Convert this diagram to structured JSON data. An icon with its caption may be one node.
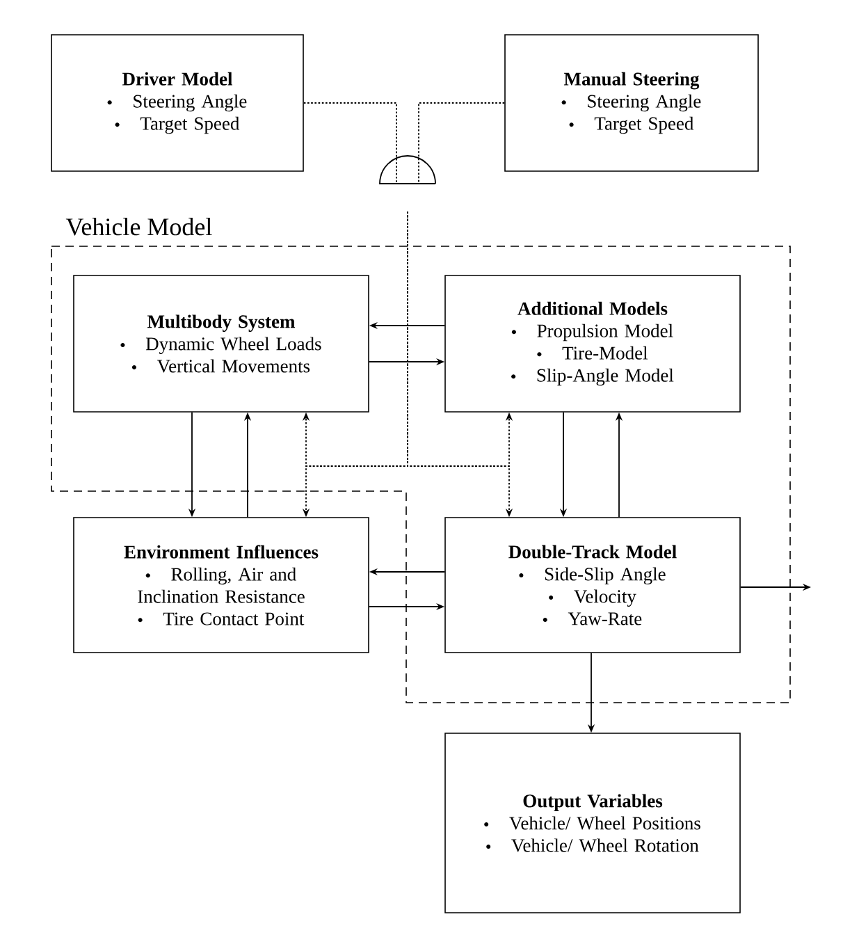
{
  "diagram": {
    "nodes": [
      {
        "text": [
          "Driver Model",
          "Steering Angle",
          "Target Speed"
        ]
      },
      {
        "text": [
          "Manual Steering",
          "Steering Angle",
          "Target Speed"
        ]
      },
      {
        "text": [],
        "shape": "semicircle"
      },
      {
        "text": [
          "Vehicle Model"
        ]
      },
      {
        "text": [
          "Multibody System",
          "Dynamic Wheel Loads",
          "Vertical Movements"
        ],
        "in": 3
      },
      {
        "text": [
          "Additional Models",
          "Propulsion Model",
          "Tire-Model",
          "Slip-Angle Model"
        ],
        "in": 3
      },
      {
        "text": [
          "Environment Influences",
          "Rolling, Air and Inclination Resistance",
          "Tire Contact Point"
        ]
      },
      {
        "text": [
          "Double-Track Model",
          "Side-Slip Angle",
          "Velocity",
          "Yaw-Rate"
        ],
        "in": 3
      },
      {
        "text": [
          "Output Variables",
          "Vehicle/ Wheel Positions",
          "Vehicle/ Wheel Rotation"
        ]
      }
    ],
    "edges": [
      {
        "from": 0,
        "to": 2,
        "arrow": "none",
        "style": "dashed"
      },
      {
        "from": 1,
        "to": 2,
        "arrow": "none",
        "style": "dashed"
      },
      {
        "from": 2,
        "to": 4,
        "arrow": "to",
        "style": "dashed"
      },
      {
        "from": 2,
        "to": 6,
        "arrow": "to",
        "style": "dashed"
      },
      {
        "from": 2,
        "to": 5,
        "arrow": "to",
        "style": "dashed"
      },
      {
        "from": 2,
        "to": 7,
        "arrow": "to",
        "style": "dashed"
      },
      {
        "from": 5,
        "to": 4,
        "arrow": "to"
      },
      {
        "from": 4,
        "to": 5,
        "arrow": "to"
      },
      {
        "from": 4,
        "to": 6,
        "arrow": "to"
      },
      {
        "from": 6,
        "to": 4,
        "arrow": "to"
      },
      {
        "from": 5,
        "to": 7,
        "arrow": "to"
      },
      {
        "from": 7,
        "to": 5,
        "arrow": "to"
      },
      {
        "from": 7,
        "to": 6,
        "arrow": "to"
      },
      {
        "from": 6,
        "to": 7,
        "arrow": "to"
      },
      {
        "from": 7,
        "to": null,
        "arrow": "to"
      },
      {
        "from": 7,
        "to": 8,
        "arrow": "to"
      }
    ]
  }
}
